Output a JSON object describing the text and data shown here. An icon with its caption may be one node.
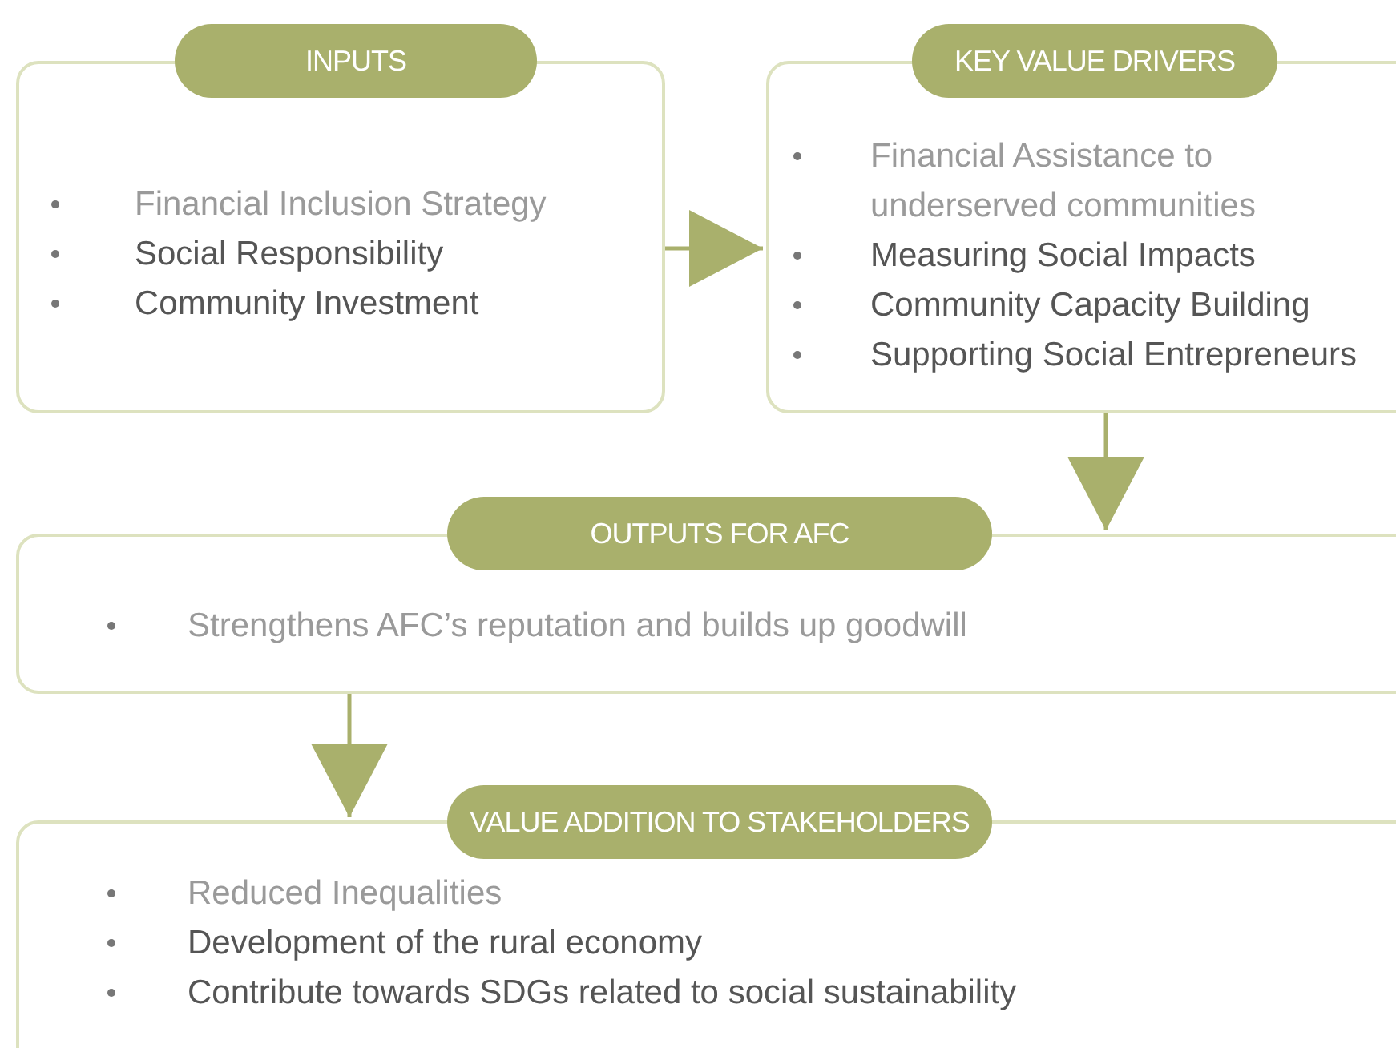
{
  "diagram": {
    "nodes": [
      {
        "text": [
          "INPUTS",
          "Financial Inclusion Strategy",
          "Social Responsibility",
          "Community Investment"
        ]
      },
      {
        "text": [
          "KEY VALUE DRIVERS",
          "Financial Assistance to underserved communities",
          "Measuring Social Impacts",
          "Community Capacity Building",
          "Supporting Social Entrepreneurs"
        ]
      },
      {
        "text": [
          "OUTPUTS FOR AFC",
          "Strengthens AFC’s reputation and builds up goodwill"
        ]
      },
      {
        "text": [
          "VALUE ADDITION TO STAKEHOLDERS",
          "Reduced Inequalities",
          "Development of the rural economy",
          "Contribute towards SDGs related to social sustainability"
        ]
      }
    ],
    "edges": [
      {
        "from": 0,
        "to": 1,
        "arrow": "to"
      },
      {
        "from": 1,
        "to": 2,
        "arrow": "to"
      },
      {
        "from": 2,
        "to": 3,
        "arrow": "to"
      }
    ]
  }
}
